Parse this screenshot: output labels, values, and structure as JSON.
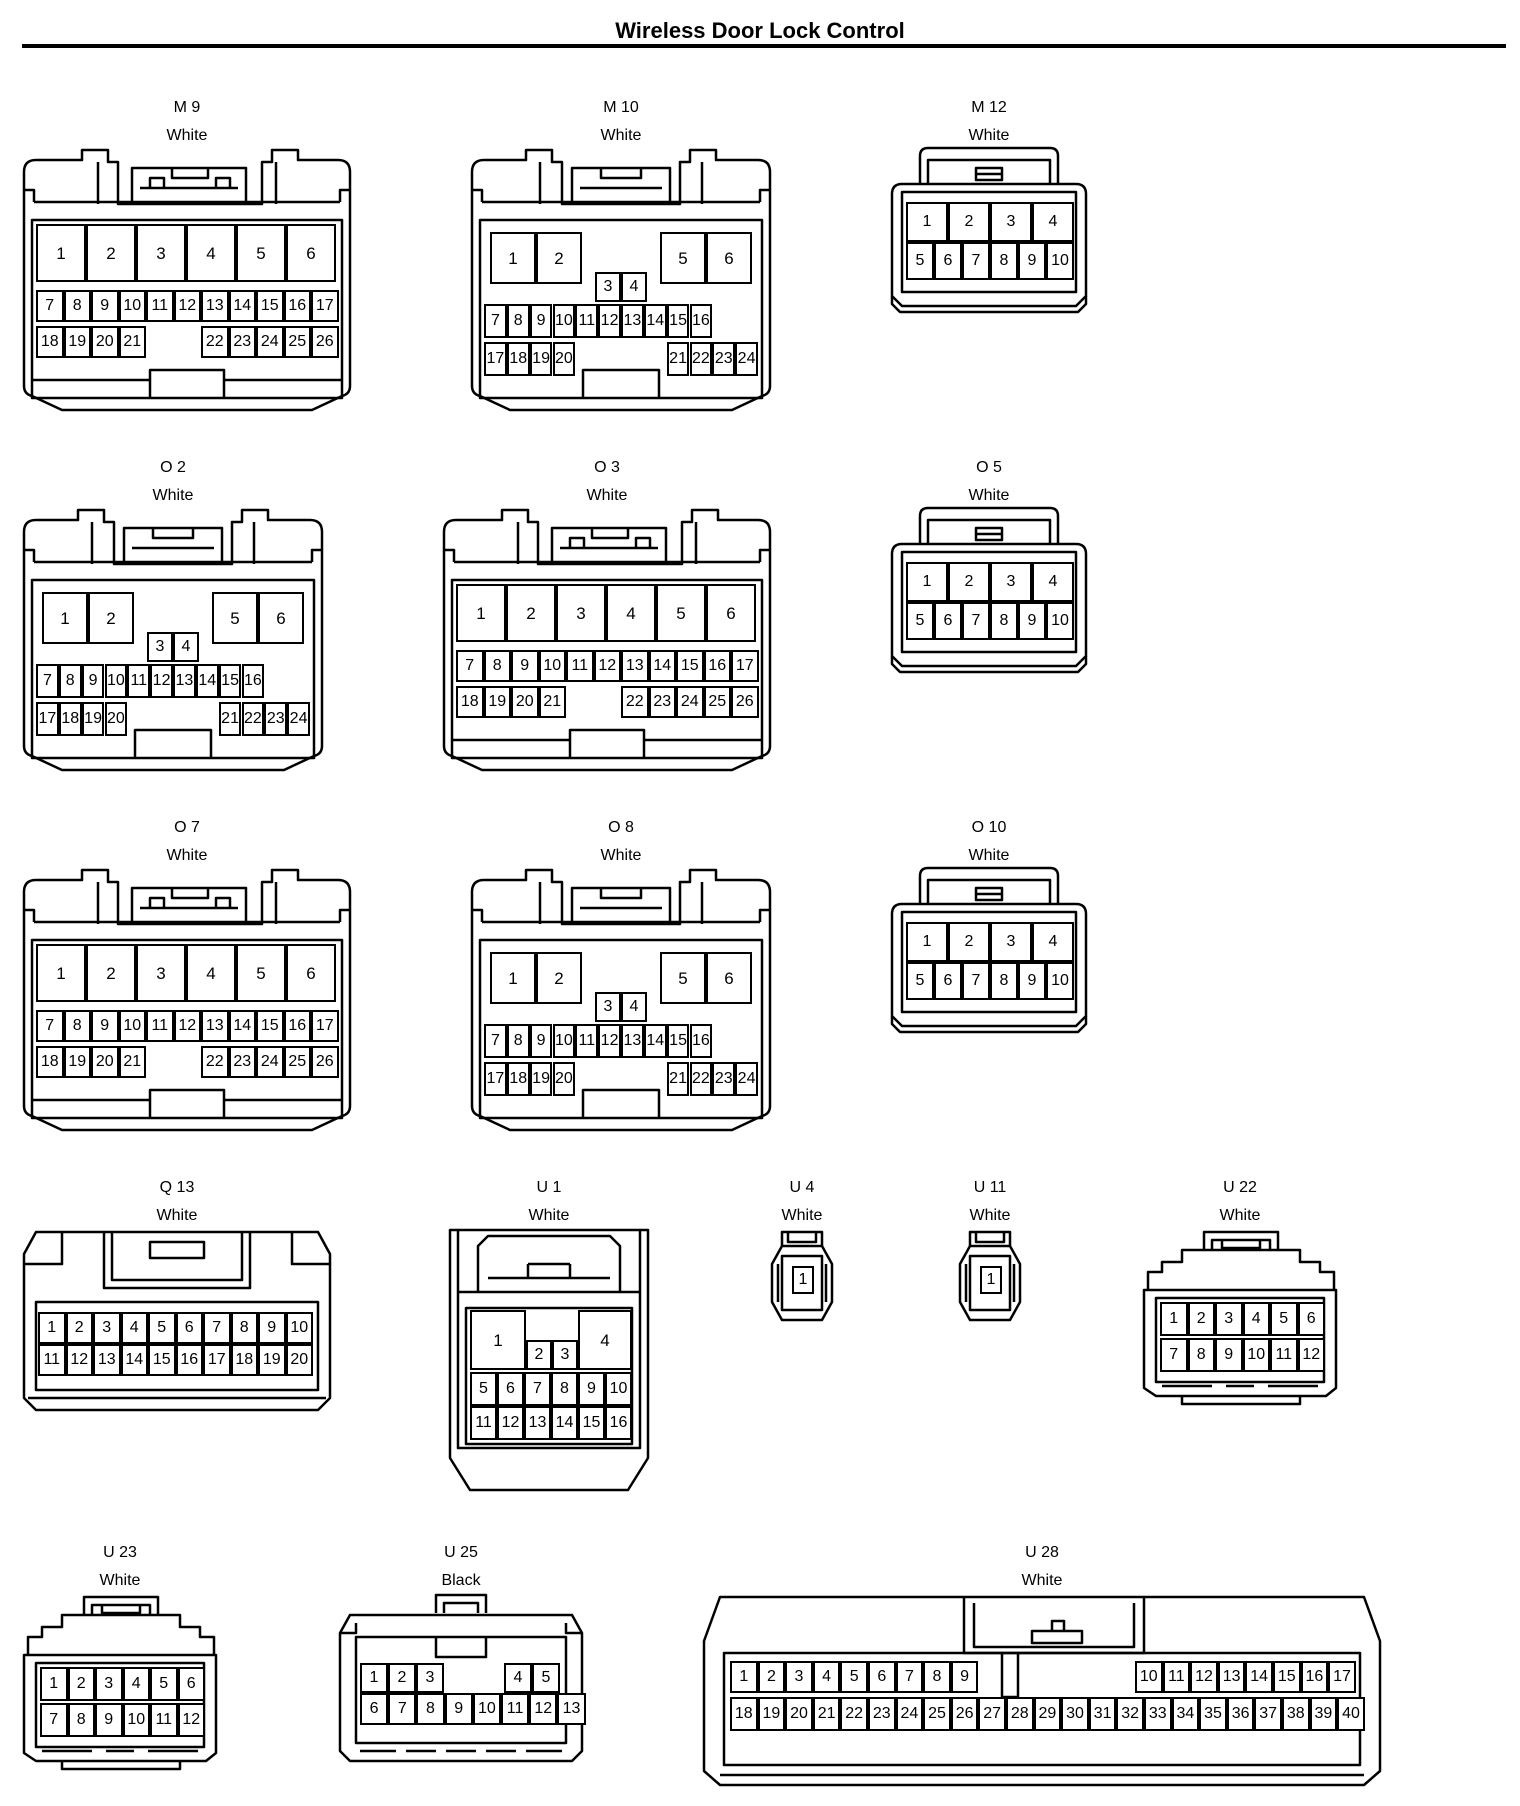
{
  "title": "Wireless Door Lock Control",
  "connectors": {
    "M9": {
      "id": "M 9",
      "color": "White"
    },
    "M10": {
      "id": "M 10",
      "color": "White"
    },
    "M12": {
      "id": "M 12",
      "color": "White"
    },
    "O2": {
      "id": "O 2",
      "color": "White"
    },
    "O3": {
      "id": "O 3",
      "color": "White"
    },
    "O5": {
      "id": "O 5",
      "color": "White"
    },
    "O7": {
      "id": "O 7",
      "color": "White"
    },
    "O8": {
      "id": "O 8",
      "color": "White"
    },
    "O10": {
      "id": "O 10",
      "color": "White"
    },
    "Q13": {
      "id": "Q 13",
      "color": "White"
    },
    "U1": {
      "id": "U 1",
      "color": "White"
    },
    "U4": {
      "id": "U 4",
      "color": "White"
    },
    "U11": {
      "id": "U 11",
      "color": "White"
    },
    "U22": {
      "id": "U 22",
      "color": "White"
    },
    "U23": {
      "id": "U 23",
      "color": "White"
    },
    "U25": {
      "id": "U 25",
      "color": "Black"
    },
    "U28": {
      "id": "U 28",
      "color": "White"
    }
  },
  "pinouts": {
    "pins26": [
      "1",
      "2",
      "3",
      "4",
      "5",
      "6",
      "7",
      "8",
      "9",
      "10",
      "11",
      "12",
      "13",
      "14",
      "15",
      "16",
      "17",
      "18",
      "19",
      "20",
      "21",
      "22",
      "23",
      "24",
      "25",
      "26"
    ],
    "pins24": [
      "1",
      "2",
      "3",
      "4",
      "5",
      "6",
      "7",
      "8",
      "9",
      "10",
      "11",
      "12",
      "13",
      "14",
      "15",
      "16",
      "17",
      "18",
      "19",
      "20",
      "21",
      "22",
      "23",
      "24"
    ],
    "pins10": [
      "1",
      "2",
      "3",
      "4",
      "5",
      "6",
      "7",
      "8",
      "9",
      "10"
    ],
    "pins20": [
      "1",
      "2",
      "3",
      "4",
      "5",
      "6",
      "7",
      "8",
      "9",
      "10",
      "11",
      "12",
      "13",
      "14",
      "15",
      "16",
      "17",
      "18",
      "19",
      "20"
    ],
    "pins16": [
      "1",
      "2",
      "3",
      "4",
      "5",
      "6",
      "7",
      "8",
      "9",
      "10",
      "11",
      "12",
      "13",
      "14",
      "15",
      "16"
    ],
    "pins1": [
      "1"
    ],
    "pins12": [
      "1",
      "2",
      "3",
      "4",
      "5",
      "6",
      "7",
      "8",
      "9",
      "10",
      "11",
      "12"
    ],
    "pins13": [
      "1",
      "2",
      "3",
      "4",
      "5",
      "6",
      "7",
      "8",
      "9",
      "10",
      "11",
      "12",
      "13"
    ],
    "pins40": [
      "1",
      "2",
      "3",
      "4",
      "5",
      "6",
      "7",
      "8",
      "9",
      "10",
      "11",
      "12",
      "13",
      "14",
      "15",
      "16",
      "17",
      "18",
      "19",
      "20",
      "21",
      "22",
      "23",
      "24",
      "25",
      "26",
      "27",
      "28",
      "29",
      "30",
      "31",
      "32",
      "33",
      "34",
      "35",
      "36",
      "37",
      "38",
      "39",
      "40"
    ]
  }
}
